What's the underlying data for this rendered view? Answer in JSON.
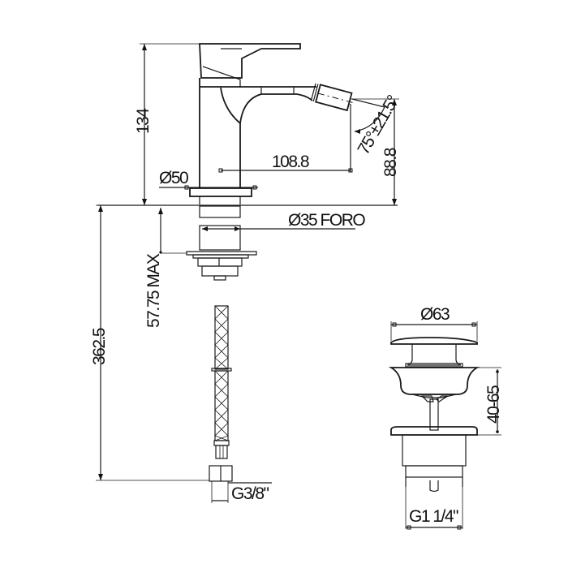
{
  "drawing": {
    "subject": "bidet mixer technical dimension drawing",
    "line_color": "#1a1a1a",
    "background": "#ffffff"
  },
  "dimensions": {
    "total_height": "134",
    "spout_reach": "108.8",
    "base_diameter": "Ø50",
    "nozzle_height": "88.8",
    "nozzle_angle": "75°±21.5°",
    "hole_diameter": "Ø35 FORO",
    "max_deck_thickness": "57.75 MAX",
    "hose_length": "362.5",
    "hose_thread": "G3/8\"",
    "waste_cap_diameter": "Ø63",
    "waste_adjust_range": "40-65",
    "waste_thread": "G1 1/4\""
  }
}
